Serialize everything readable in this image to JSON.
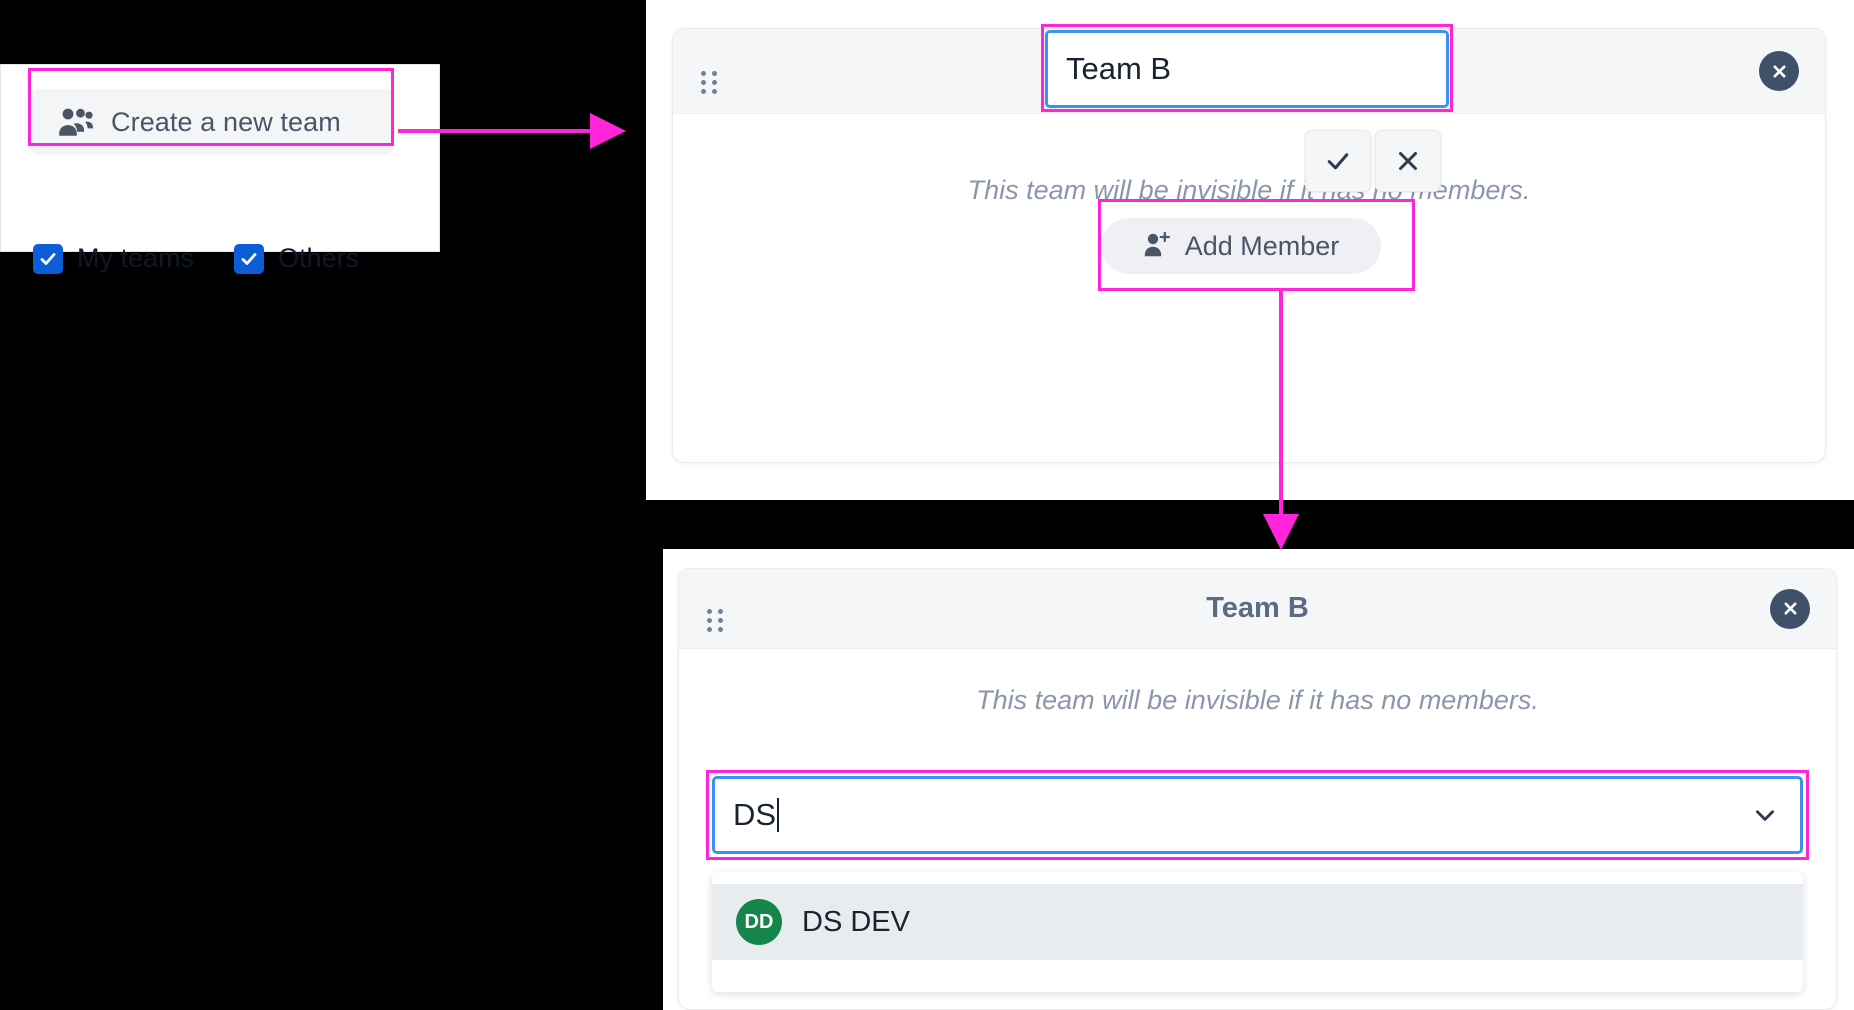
{
  "colors": {
    "annotation_pink": "#ff24d9",
    "focus_blue": "#3d91f0",
    "checkbox_blue": "#0b5ed7",
    "avatar_green": "#14864b",
    "close_navy": "#3f5069",
    "header_grey": "#f4f6f8"
  },
  "left_panel": {
    "create_team_button": {
      "label": "Create a new team",
      "icon": "people-icon"
    },
    "filters": [
      {
        "label": "My teams",
        "checked": true
      },
      {
        "label": "Others",
        "checked": true
      }
    ]
  },
  "top_panel": {
    "drag_handle_icon": "drag-dots-icon",
    "close_icon": "close-circle-icon",
    "team_name_value": "Team B",
    "hint": "This team will be invisible if it has no members.",
    "confirm_icon": "check-icon",
    "cancel_icon": "x-icon",
    "add_member_label": "Add Member",
    "add_member_icon": "person-add-icon"
  },
  "bottom_panel": {
    "drag_handle_icon": "drag-dots-icon",
    "close_icon": "close-circle-icon",
    "title": "Team B",
    "hint": "This team will be invisible if it has no members.",
    "search_value": "DS",
    "chevron_icon": "chevron-down-icon",
    "options": [
      {
        "initials": "DD",
        "name": "DS DEV"
      }
    ]
  }
}
